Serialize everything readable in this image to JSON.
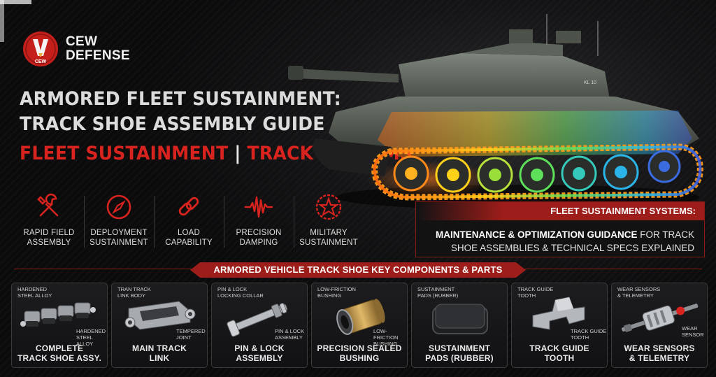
{
  "brand": {
    "name_line1": "CEW",
    "name_line2": "DEFENSE",
    "mark_text": "CEW"
  },
  "title": {
    "line1": "ARMORED FLEET SUSTAINMENT:",
    "line2": "TRACK SHOE ASSEMBLY GUIDE"
  },
  "subtitle": {
    "left": "FLEET SUSTAINMENT",
    "separator": "|",
    "right": "TRACK SYSTEMS"
  },
  "tank": {
    "hull_marking": "KL 10"
  },
  "features": [
    {
      "icon": "wrench-icon",
      "line1": "RAPID FIELD",
      "line2": "ASSEMBLY"
    },
    {
      "icon": "compass-icon",
      "line1": "DEPLOYMENT",
      "line2": "SUSTAINMENT"
    },
    {
      "icon": "chain-link-icon",
      "line1": "LOAD",
      "line2": "CAPABILITY"
    },
    {
      "icon": "waveform-icon",
      "line1": "PRECISION",
      "line2": "DAMPING"
    },
    {
      "icon": "star-gear-icon",
      "line1": "MILITARY",
      "line2": "SUSTAINMENT"
    }
  ],
  "panel": {
    "heading": "FLEET SUSTAINMENT SYSTEMS:",
    "body_bold": "MAINTENANCE & OPTIMIZATION GUIDANCE",
    "body_rest": " FOR TRACK",
    "body_line2": "SHOE ASSEMBLIES & TECHNICAL SPECS EXPLAINED"
  },
  "components_banner": "ARMORED VEHICLE TRACK SHOE KEY COMPONENTS & PARTS",
  "components": [
    {
      "ann1": "HARDENED\nSTEEL ALLOY",
      "ann2": "HARDENED\nSTEEL ALLOY",
      "cap1": "COMPLETE",
      "cap2": "TRACK SHOE ASSY."
    },
    {
      "ann1": "TRAN TRACK\nLINK BODY",
      "ann2": "TEMPERED\nJOINT",
      "cap1": "MAIN TRACK",
      "cap2": "LINK"
    },
    {
      "ann1": "PIN & LOCK\nLOCKING COLLAR",
      "ann2": "PIN & LOCK\nASSEMBLY",
      "cap1": "PIN & LOCK",
      "cap2": "ASSEMBLY"
    },
    {
      "ann1": "LOW-FRICTION\nBUSHING",
      "ann2": "LOW-FRICTION\nBUSHING",
      "cap1": "PRECISION SEALED",
      "cap2": "BUSHING"
    },
    {
      "ann1": "SUSTAINMENT\nPADS (RUBBER)",
      "ann2": "",
      "cap1": "SUSTAINMENT",
      "cap2": "PADS (RUBBER)"
    },
    {
      "ann1": "TRACK GUIDE\nTOOTH",
      "ann2": "TRACK GUIDE\nTOOTH",
      "cap1": "TRACK GUIDE",
      "cap2": "TOOTH"
    },
    {
      "ann1": "WEAR SENSORS\n& TELEMETRY",
      "ann2": "WEAR\nSENSOR",
      "cap1": "WEAR SENSORS",
      "cap2": "& TELEMETRY"
    }
  ],
  "colors": {
    "accent_red": "#d8231f",
    "panel_red": "#9c1d19",
    "background": "#0b0b0c"
  }
}
